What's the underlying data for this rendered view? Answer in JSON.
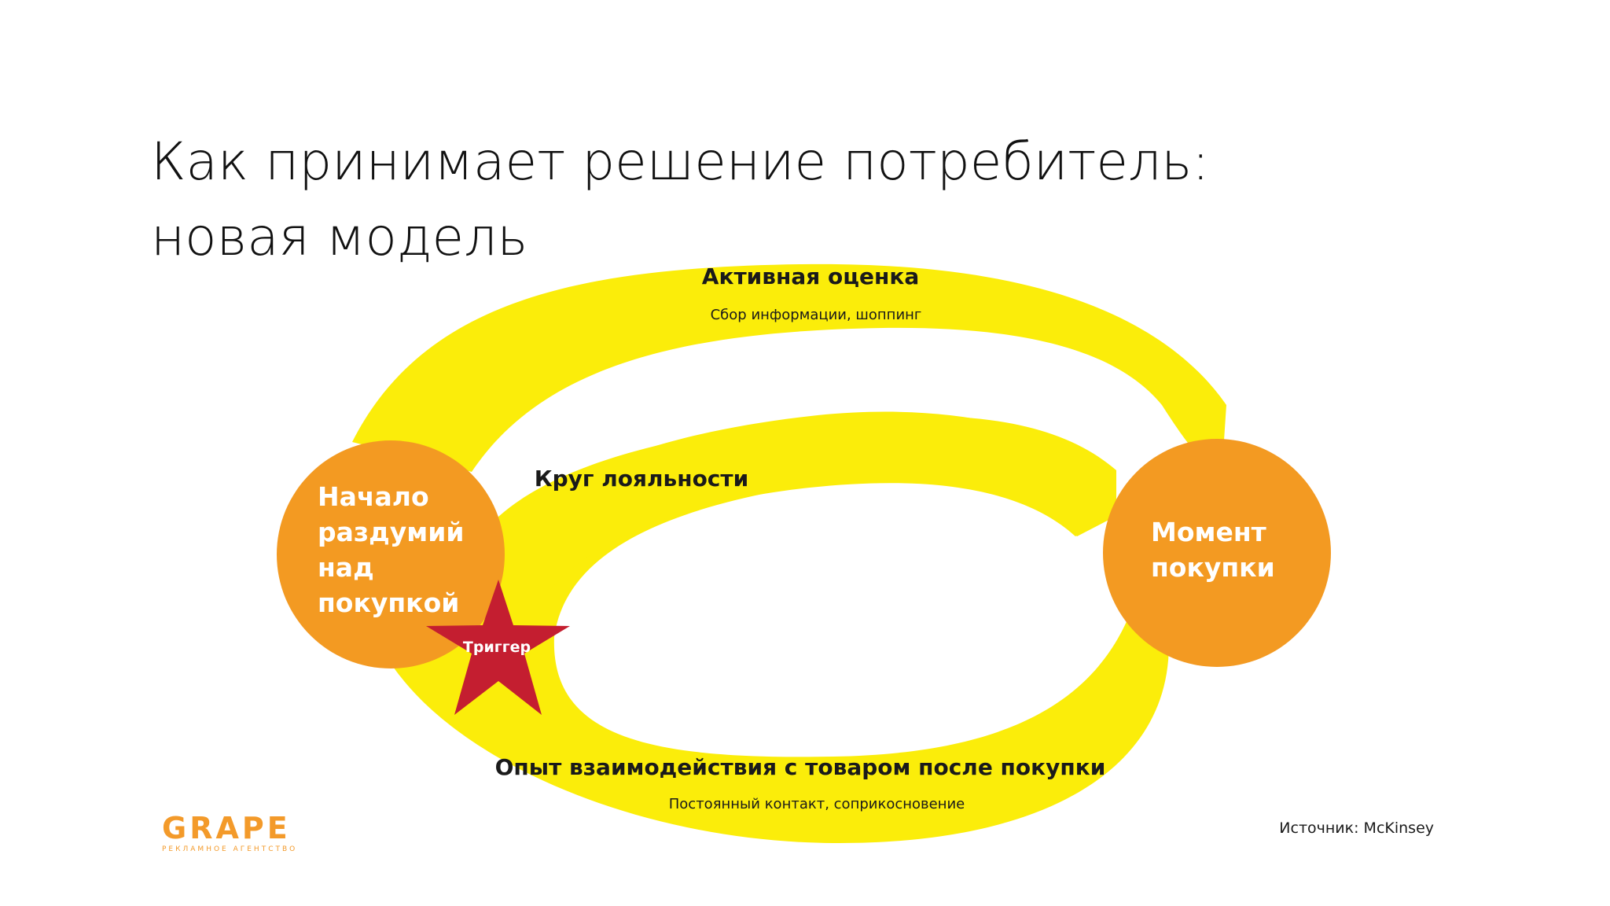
{
  "slide": {
    "title_line1": "Как принимает решение потребитель:",
    "title_line2": "новая модель"
  },
  "diagram": {
    "outer_loop": {
      "title": "Активная оценка",
      "subtitle": "Сбор информации, шоппинг"
    },
    "inner_loop": {
      "title": "Круг лояльности"
    },
    "bottom": {
      "title": "Опыт взаимодействия с товаром после покупки",
      "subtitle": "Постоянный контакт,  соприкосновение"
    },
    "start_node": {
      "lines": [
        "Начало",
        "раздумий",
        "над",
        "покупкой"
      ]
    },
    "purchase_node": {
      "lines": [
        "Момент",
        "покупки"
      ]
    },
    "trigger": {
      "label": "Триггер"
    }
  },
  "logo": {
    "word": "GRAPE",
    "tagline": "РЕКЛАМНОЕ АГЕНТСТВО"
  },
  "source": {
    "text": "Источник: McKinsey"
  },
  "colors": {
    "loop_yellow": "#fbed0a",
    "node_orange": "#f39a22",
    "trigger_red": "#c41e30",
    "text_dark": "#1a1a1a",
    "logo_orange": "#f39a2a"
  }
}
